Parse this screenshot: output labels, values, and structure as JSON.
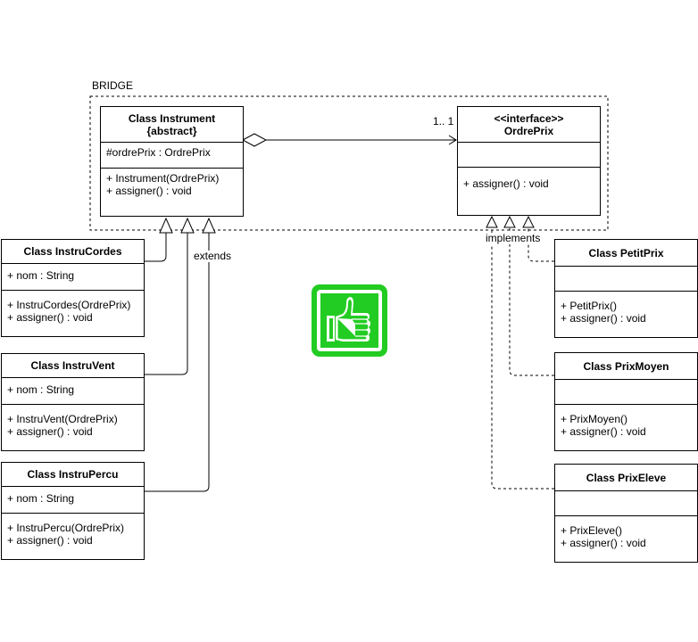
{
  "bridge_label": "BRIDGE",
  "classes": {
    "instrument": {
      "title": "Class Instrument",
      "subtitle": "{abstract}",
      "attrs": [
        "#ordrePrix : OrdrePrix"
      ],
      "methods": [
        "+ Instrument(OrdrePrix)",
        "+ assigner() : void"
      ]
    },
    "ordreprix": {
      "title": "<<interface>>",
      "subtitle": "OrdrePrix",
      "attrs": [],
      "methods": [
        "+ assigner() : void"
      ]
    },
    "instrucordes": {
      "title": "Class InstruCordes",
      "attrs": [
        "+ nom : String"
      ],
      "methods": [
        "+ InstruCordes(OrdrePrix)",
        "+ assigner() : void"
      ]
    },
    "instruvent": {
      "title": "Class InstruVent",
      "attrs": [
        "+ nom : String"
      ],
      "methods": [
        "+ InstruVent(OrdrePrix)",
        "+ assigner() : void"
      ]
    },
    "instrupercu": {
      "title": "Class InstruPercu",
      "attrs": [
        "+ nom : String"
      ],
      "methods": [
        "+ InstruPercu(OrdrePrix)",
        "+ assigner() : void"
      ]
    },
    "petitprix": {
      "title": "Class PetitPrix",
      "attrs": [],
      "methods": [
        "+ PetitPrix()",
        "+ assigner() : void"
      ]
    },
    "prixmoyen": {
      "title": "Class PrixMoyen",
      "attrs": [],
      "methods": [
        "+ PrixMoyen()",
        "+ assigner() : void"
      ]
    },
    "prixeleve": {
      "title": "Class PrixEleve",
      "attrs": [],
      "methods": [
        "+ PrixEleve()",
        "+ assigner() : void"
      ]
    }
  },
  "labels": {
    "multiplicity": "1.. 1",
    "extends": "extends",
    "implements": "implements"
  },
  "colors": {
    "thumb_green": "#22cc22",
    "line": "#000000"
  },
  "icons": {
    "approval": "thumbs-up-icon"
  }
}
